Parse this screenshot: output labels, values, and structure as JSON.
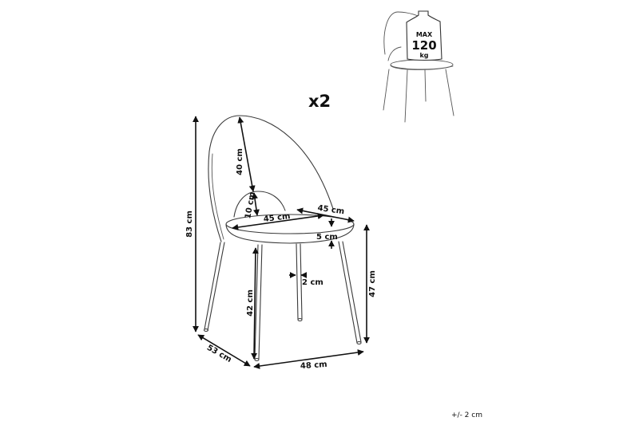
{
  "quantity_label": "x2",
  "weight_badge": {
    "line1": "MAX",
    "line2": "120",
    "line3": "kg"
  },
  "dimensions": {
    "total_height": "83 cm",
    "backrest_height": "40 cm",
    "backrest_gap": "10 cm",
    "seat_width": "45 cm",
    "seat_depth": "45 cm",
    "seat_thickness": "5 cm",
    "leg_thickness": "2 cm",
    "leg_height": "42 cm",
    "seat_height": "47 cm",
    "total_depth": "53 cm",
    "total_width": "48 cm"
  },
  "tolerance": "+/- 2 cm"
}
